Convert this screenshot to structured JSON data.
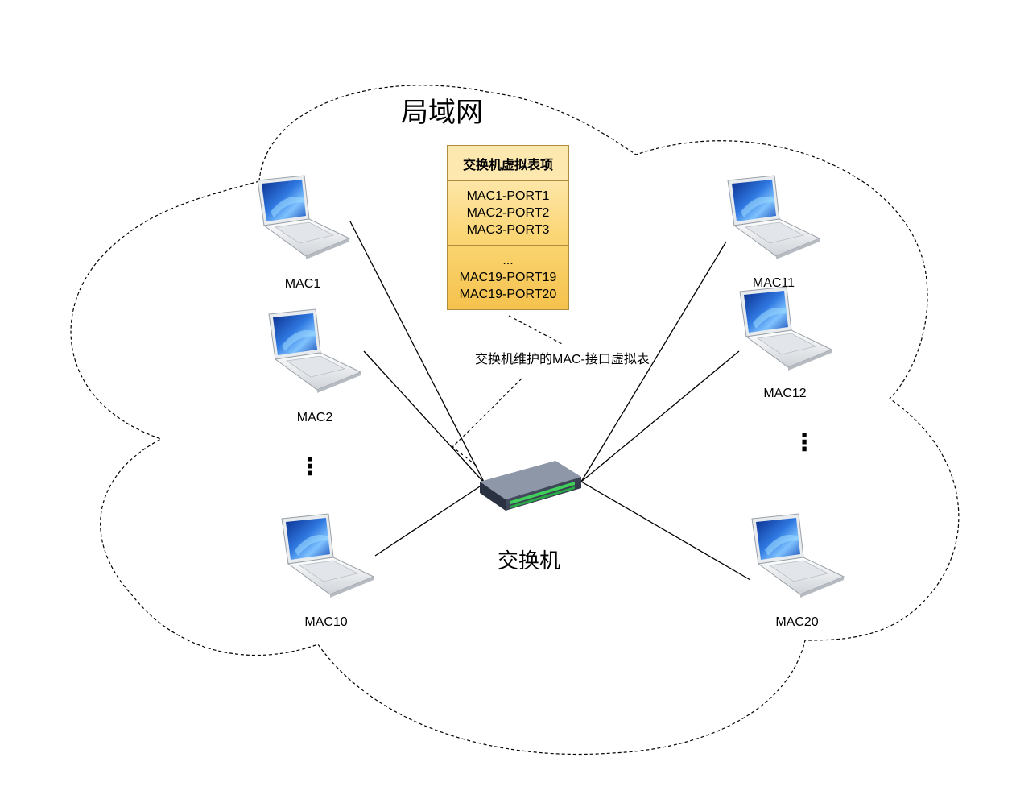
{
  "title": "局域网",
  "switch": {
    "label": "交换机",
    "icon": "network-switch-icon"
  },
  "mac_table": {
    "header": "交换机虚拟表项",
    "group1": [
      "MAC1-PORT1",
      "MAC2-PORT2",
      "MAC3-PORT3"
    ],
    "group2": [
      "...",
      "MAC19-PORT19",
      "MAC19-PORT20"
    ]
  },
  "caption": "交换机维护的MAC-接口虚拟表",
  "hosts": {
    "mac1": "MAC1",
    "mac2": "MAC2",
    "mac10": "MAC10",
    "mac11": "MAC11",
    "mac12": "MAC12",
    "mac20": "MAC20"
  },
  "ellipsis": "⋮",
  "icons": {
    "host": "laptop-icon",
    "boundary": "cloud-outline"
  }
}
